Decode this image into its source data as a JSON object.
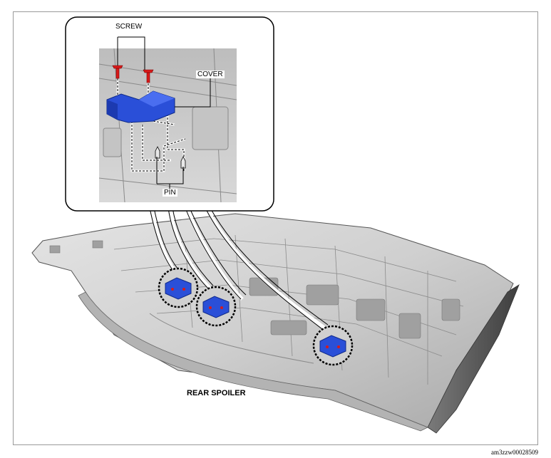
{
  "diagram": {
    "callout_labels": {
      "screw": "SCREW",
      "cover": "COVER",
      "pin": "PIN"
    },
    "part_label": "REAR SPOILER",
    "figure_code": "am3zzw00028509"
  },
  "colors": {
    "cover_blue": "#2a4fd8",
    "screw_red": "#d81a1a",
    "spoiler_gray": "#c8c8c8",
    "frame_border": "#9a9a9a"
  }
}
